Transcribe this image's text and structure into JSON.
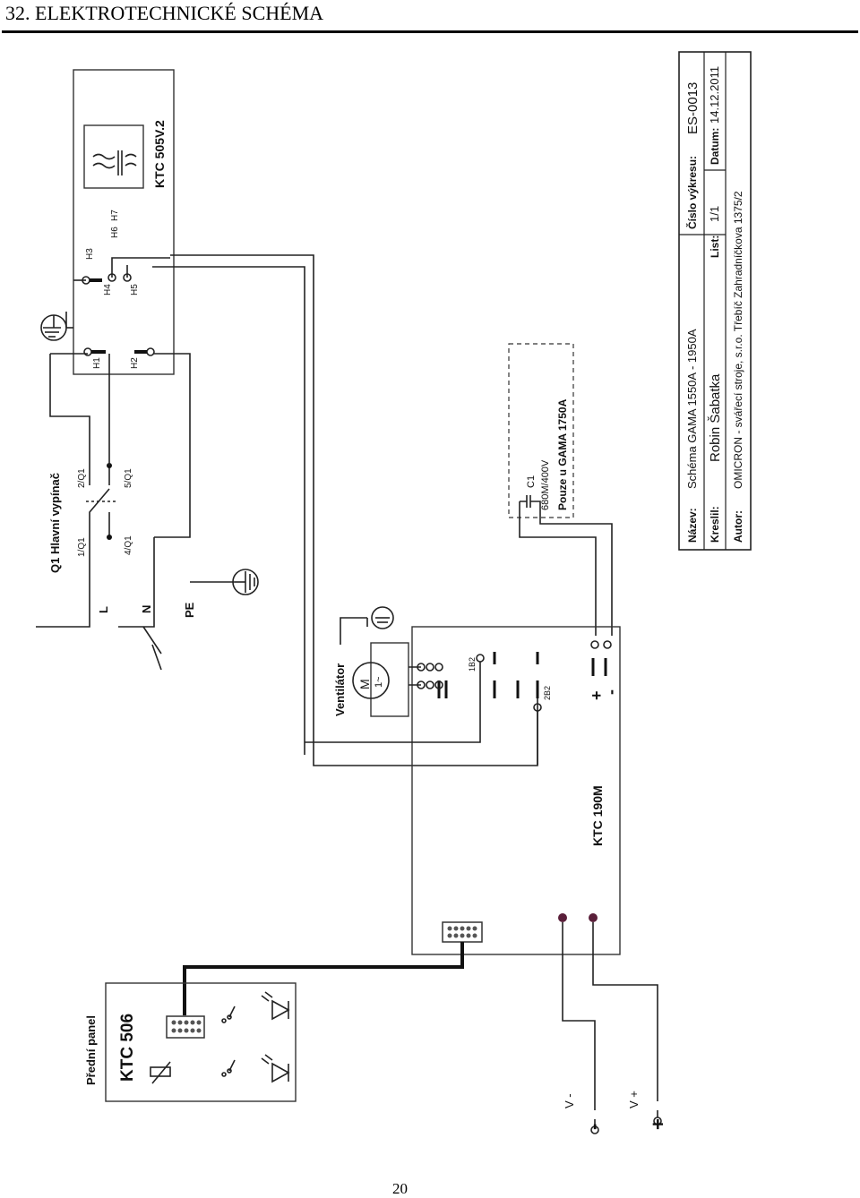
{
  "header": {
    "title": "32. ELEKTROTECHNICKÉ SCHÉMA",
    "page_number": "20"
  },
  "mains": {
    "switch_title": "Q1 Hlavní vypínač",
    "terminals": [
      "1/Q1",
      "2/Q1",
      "4/Q1",
      "5/Q1"
    ],
    "lines": [
      "L",
      "N",
      "PE"
    ]
  },
  "transformer": {
    "name": "KTC 505V.2",
    "taps": [
      "H1",
      "H2",
      "H3",
      "H4",
      "H5",
      "H6",
      "H7"
    ]
  },
  "capacitor": {
    "ref": "C1",
    "value": "680M/400V",
    "note": "Pouze u GAMA 1750A"
  },
  "fan": {
    "title": "Ventilátor",
    "motor": "M",
    "phase": "1~"
  },
  "power_module": {
    "name": "KTC 190M",
    "connectors": [
      "1B2",
      "2B2"
    ],
    "plus": "+",
    "minus": "-"
  },
  "front_panel": {
    "title": "Přední panel",
    "name": "KTC 506"
  },
  "outputs": {
    "minus_label": "V -",
    "minus_sign": "-",
    "plus_label": "V +",
    "plus_sign": "+"
  },
  "title_block": {
    "name_label": "Název:",
    "name_value": "Schéma GAMA 1550A - 1950A",
    "drawing_label": "Číslo výkresu:",
    "drawing_value": "ES-0013",
    "drawn_label": "Kreslil:",
    "drawn_value": "Robin Šabatka",
    "sheet_label": "List:",
    "sheet_value": "1/1",
    "date_label": "Datum:",
    "date_value": "14.12.2011",
    "author_label": "Autor:",
    "author_value": "OMICRON - svářecí stroje, s.r.o.  Třebíč Zahradníčkova 1375/2"
  }
}
